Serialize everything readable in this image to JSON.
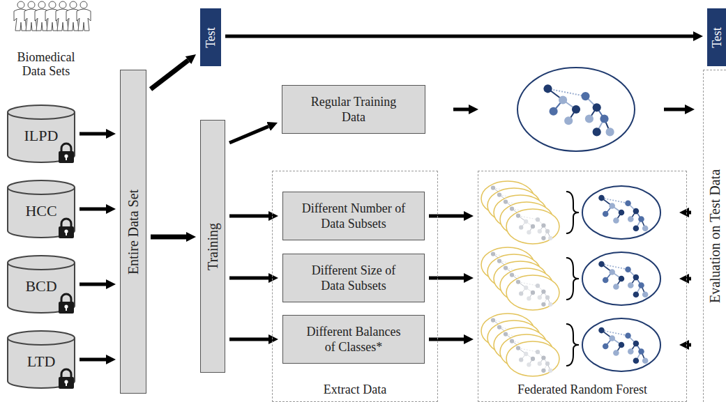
{
  "diagram": {
    "nodes": [
      {
        "text": [
          "ILPD"
        ]
      },
      {
        "text": [
          "HCC"
        ]
      },
      {
        "text": [
          "BCD"
        ]
      },
      {
        "text": [
          "LTD"
        ]
      },
      {
        "text": [
          "Entire Data Set"
        ]
      },
      {
        "text": [
          "Test"
        ]
      },
      {
        "text": [
          "Training"
        ]
      },
      {
        "text": [
          "Regular Training Data"
        ]
      },
      {
        "text": [
          "Extract Data"
        ]
      },
      {
        "text": [
          "Different Number of Data Subsets"
        ],
        "in": 8
      },
      {
        "text": [
          "Different Size of Data Subsets"
        ],
        "in": 8
      },
      {
        "text": [
          "Different Balances of Classes*"
        ],
        "in": 8
      },
      {
        "text": [
          "Federated Random Forest"
        ]
      },
      {
        "text": [
          "Test"
        ]
      },
      {
        "text": [
          "Evaluation on Test Data"
        ]
      }
    ],
    "edges": [
      {
        "from": 0,
        "to": 4,
        "arrow": "to"
      },
      {
        "from": 1,
        "to": 4,
        "arrow": "to"
      },
      {
        "from": 2,
        "to": 4,
        "arrow": "to"
      },
      {
        "from": 3,
        "to": 4,
        "arrow": "to"
      },
      {
        "from": 4,
        "to": 5,
        "arrow": "to"
      },
      {
        "from": 4,
        "to": 6,
        "arrow": "to"
      },
      {
        "from": 5,
        "to": 13,
        "arrow": "to"
      },
      {
        "from": 6,
        "to": 7,
        "arrow": "to"
      },
      {
        "from": 6,
        "to": 9,
        "arrow": "to"
      },
      {
        "from": 6,
        "to": 10,
        "arrow": "to"
      },
      {
        "from": 6,
        "to": 11,
        "arrow": "to"
      },
      {
        "from": 9,
        "to": 12,
        "arrow": "to"
      },
      {
        "from": 10,
        "to": 12,
        "arrow": "to"
      },
      {
        "from": 11,
        "to": 12,
        "arrow": "to"
      },
      {
        "from": 12,
        "to": 14,
        "arrow": "to"
      },
      {
        "from": 12,
        "to": 14,
        "arrow": "to"
      },
      {
        "from": 12,
        "to": 14,
        "arrow": "to"
      }
    ],
    "labels": [
      "Biomedical Data Sets"
    ]
  }
}
